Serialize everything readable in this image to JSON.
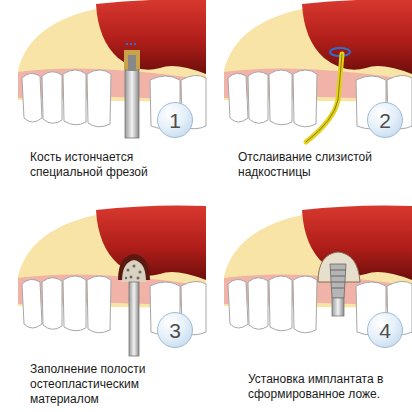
{
  "diagram": {
    "nodes": [
      {
        "text": [
          "1"
        ]
      },
      {
        "text": [
          "2"
        ]
      },
      {
        "text": [
          "3"
        ]
      },
      {
        "text": [
          "4"
        ]
      }
    ],
    "labels": [
      "Кость истончается специальной фрезой",
      "Отслаивание слизистой надкостницы",
      "Заполнение полости остеопластическим материалом",
      "Установка имплантата в сформированное ложе."
    ]
  }
}
